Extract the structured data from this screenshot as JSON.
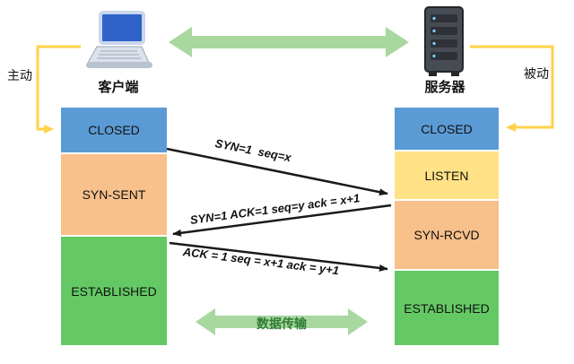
{
  "client": {
    "label": "客户端",
    "role_label": "主动",
    "states": [
      {
        "label": "CLOSED",
        "color": "#5B9BD5"
      },
      {
        "label": "SYN-SENT",
        "color": "#F8C08A"
      },
      {
        "label": "ESTABLISHED",
        "color": "#64C964"
      }
    ]
  },
  "server": {
    "label": "服务器",
    "role_label": "被动",
    "states": [
      {
        "label": "CLOSED",
        "color": "#5B9BD5"
      },
      {
        "label": "LISTEN",
        "color": "#FFE285"
      },
      {
        "label": "SYN-RCVD",
        "color": "#F8C08A"
      },
      {
        "label": "ESTABLISHED",
        "color": "#64C964"
      }
    ]
  },
  "messages": [
    {
      "label": "SYN=1  seq=x"
    },
    {
      "label": "SYN=1 ACK=1 seq=y ack = x+1"
    },
    {
      "label": "ACK = 1 seq = x+1 ack = y+1"
    }
  ],
  "data_transfer": {
    "label": "数据传输",
    "color": "#2F7D32"
  },
  "colors": {
    "big_arrow": "#A8D8A0",
    "yellow_arrow": "#FFD24A",
    "black_arrow": "#1A1A1A"
  }
}
